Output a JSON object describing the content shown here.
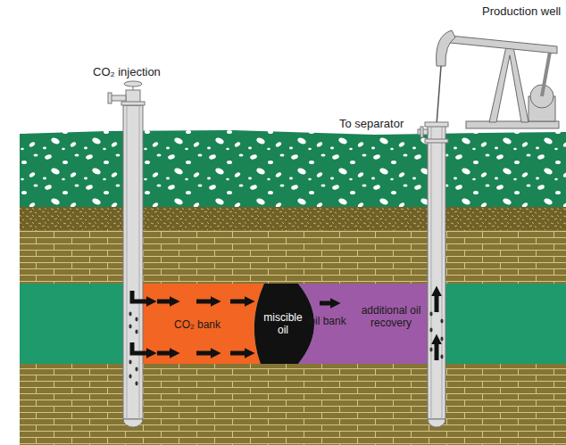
{
  "diagram": {
    "nodes": [
      {
        "text": [
          "CO₂ bank"
        ]
      },
      {
        "text": [
          "miscible oil"
        ]
      },
      {
        "text": [
          "oil bank",
          "additional oil recovery"
        ]
      }
    ],
    "labels": [
      "CO₂ injection",
      "Production well",
      "To separator"
    ]
  }
}
